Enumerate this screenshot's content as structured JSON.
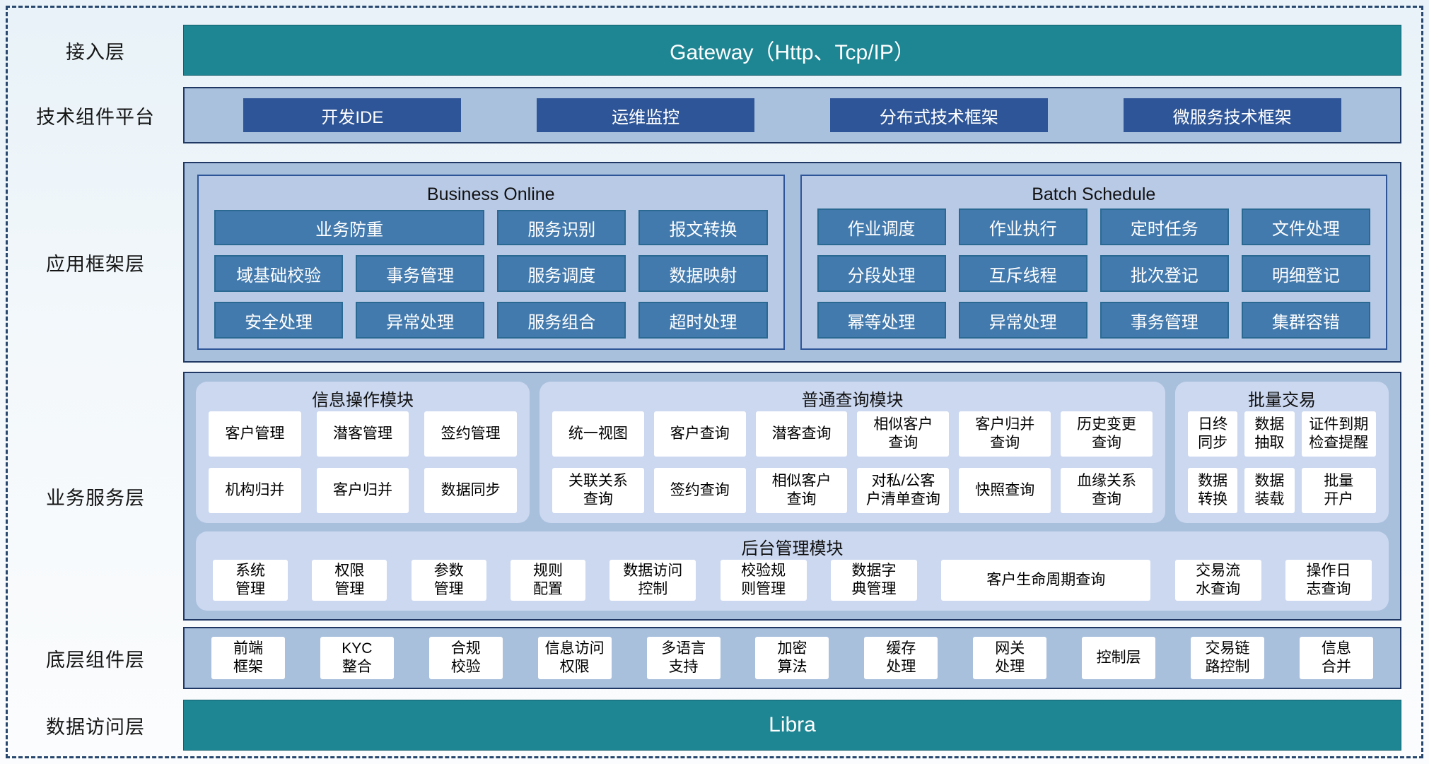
{
  "colors": {
    "teal_bar": "#1e8593",
    "dark_blue_button": "#2e5597",
    "steel_blue_button": "#437aae",
    "band_background": "#a9c0dd",
    "panel_background": "#b9cae6",
    "rounded_panel_background": "#cbd8f0",
    "outer_border": "#27476e"
  },
  "access": {
    "label": "接入层",
    "gateway": "Gateway（Http、Tcp/IP）"
  },
  "tech": {
    "label": "技术组件平台",
    "items": [
      "开发IDE",
      "运维监控",
      "分布式技术框架",
      "微服务技术框架"
    ]
  },
  "app": {
    "label": "应用框架层",
    "business_online": {
      "title": "Business Online",
      "row1": [
        "业务防重",
        "服务识别",
        "报文转换"
      ],
      "rows23": [
        "域基础校验",
        "事务管理",
        "服务调度",
        "数据映射",
        "安全处理",
        "异常处理",
        "服务组合",
        "超时处理"
      ]
    },
    "batch_schedule": {
      "title": "Batch Schedule",
      "items": [
        "作业调度",
        "作业执行",
        "定时任务",
        "文件处理",
        "分段处理",
        "互斥线程",
        "批次登记",
        "明细登记",
        "幂等处理",
        "异常处理",
        "事务管理",
        "集群容错"
      ]
    }
  },
  "service": {
    "label": "业务服务层",
    "info_module": {
      "title": "信息操作模块",
      "items": [
        "客户管理",
        "潜客管理",
        "签约管理",
        "机构归并",
        "客户归并",
        "数据同步"
      ]
    },
    "query_module": {
      "title": "普通查询模块",
      "items": [
        "统一视图",
        "客户查询",
        "潜客查询",
        "相似客户\n查询",
        "客户归并\n查询",
        "历史变更\n查询",
        "关联关系\n查询",
        "签约查询",
        "相似客户\n查询",
        "对私/公客\n户清单查询",
        "快照查询",
        "血缘关系\n查询"
      ]
    },
    "batch_module": {
      "title": "批量交易",
      "items": [
        "日终\n同步",
        "数据\n抽取",
        "证件到期\n检查提醒",
        "数据\n转换",
        "数据\n装载",
        "批量\n开户"
      ]
    },
    "admin_module": {
      "title": "后台管理模块",
      "items": [
        "系统\n管理",
        "权限\n管理",
        "参数\n管理",
        "规则\n配置",
        "数据访问\n控制",
        "校验规\n则管理",
        "数据字\n典管理",
        "客户生命周期查询",
        "交易流\n水查询",
        "操作日\n志查询"
      ]
    }
  },
  "base": {
    "label": "底层组件层",
    "items": [
      "前端\n框架",
      "KYC\n整合",
      "合规\n校验",
      "信息访问\n权限",
      "多语言\n支持",
      "加密\n算法",
      "缓存\n处理",
      "网关\n处理",
      "控制层",
      "交易链\n路控制",
      "信息\n合并"
    ]
  },
  "data_access": {
    "label": "数据访问层",
    "bar": "Libra"
  }
}
